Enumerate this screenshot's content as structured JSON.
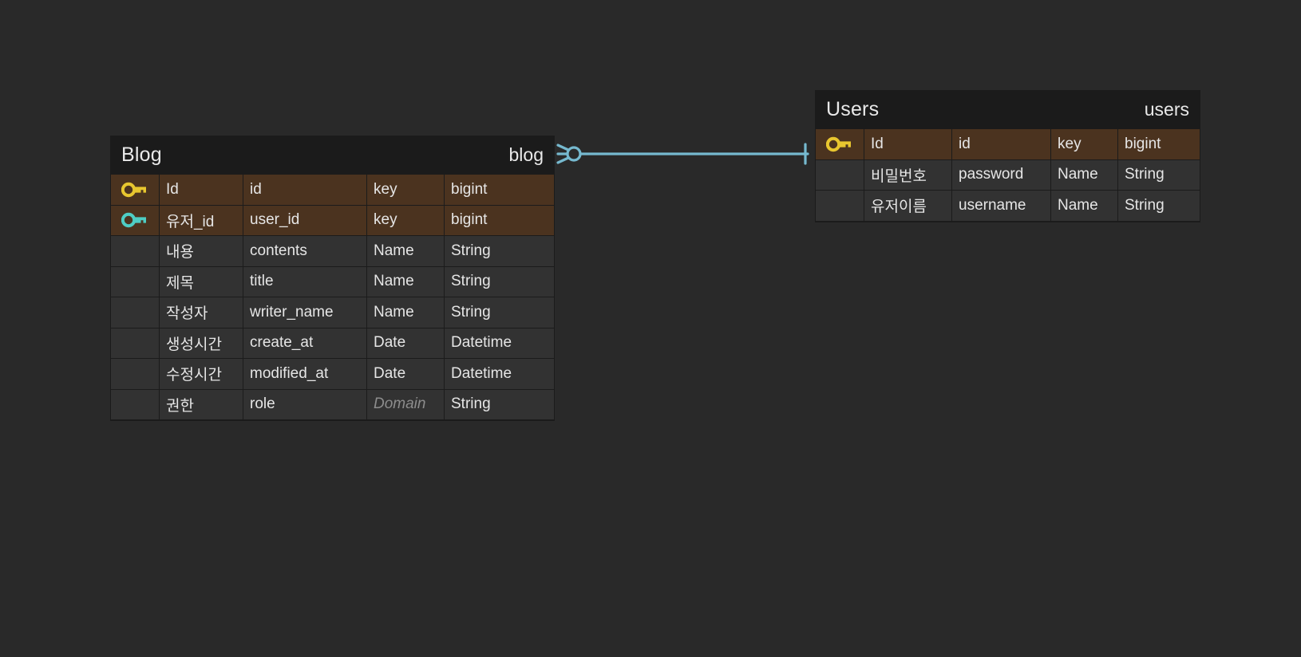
{
  "canvas": {
    "background": "#292929",
    "entity_header_bg": "#1b1b1b",
    "row_bg": "#323232",
    "key_row_bg": "#4b331f",
    "pk_key_color": "#e8c62f",
    "fk_key_color": "#4ecdc4",
    "relation_color": "#76b9cf",
    "text_color": "#e6e6e6",
    "muted_text_color": "#8c8c8c"
  },
  "entities": [
    {
      "id": "blog",
      "logical_name": "Blog",
      "physical_name": "blog",
      "columns": [
        {
          "key_icon": "primary-key-icon",
          "logical": "Id",
          "physical": "id",
          "domain": "key",
          "type": "bigint",
          "is_key": true
        },
        {
          "key_icon": "foreign-key-icon",
          "logical": "유저_id",
          "physical": "user_id",
          "domain": "key",
          "type": "bigint",
          "is_key": true
        },
        {
          "key_icon": "",
          "logical": "내용",
          "physical": "contents",
          "domain": "Name",
          "type": "String",
          "is_key": false
        },
        {
          "key_icon": "",
          "logical": "제목",
          "physical": "title",
          "domain": "Name",
          "type": "String",
          "is_key": false
        },
        {
          "key_icon": "",
          "logical": "작성자",
          "physical": "writer_name",
          "domain": "Name",
          "type": "String",
          "is_key": false
        },
        {
          "key_icon": "",
          "logical": "생성시간",
          "physical": "create_at",
          "domain": "Date",
          "type": "Datetime",
          "is_key": false
        },
        {
          "key_icon": "",
          "logical": "수정시간",
          "physical": "modified_at",
          "domain": "Date",
          "type": "Datetime",
          "is_key": false
        },
        {
          "key_icon": "",
          "logical": "권한",
          "physical": "role",
          "domain": "Domain",
          "type": "String",
          "is_key": false,
          "domain_placeholder": true
        }
      ]
    },
    {
      "id": "users",
      "logical_name": "Users",
      "physical_name": "users",
      "columns": [
        {
          "key_icon": "primary-key-icon",
          "logical": "Id",
          "physical": "id",
          "domain": "key",
          "type": "bigint",
          "is_key": true
        },
        {
          "key_icon": "",
          "logical": "비밀번호",
          "physical": "password",
          "domain": "Name",
          "type": "String",
          "is_key": false
        },
        {
          "key_icon": "",
          "logical": "유저이름",
          "physical": "username",
          "domain": "Name",
          "type": "String",
          "is_key": false
        }
      ]
    }
  ],
  "relationship": {
    "name": "blog-users-relation",
    "from_entity": "blog",
    "to_entity": "users",
    "from_cardinality": "zero-or-many",
    "to_cardinality": "exactly-one"
  }
}
